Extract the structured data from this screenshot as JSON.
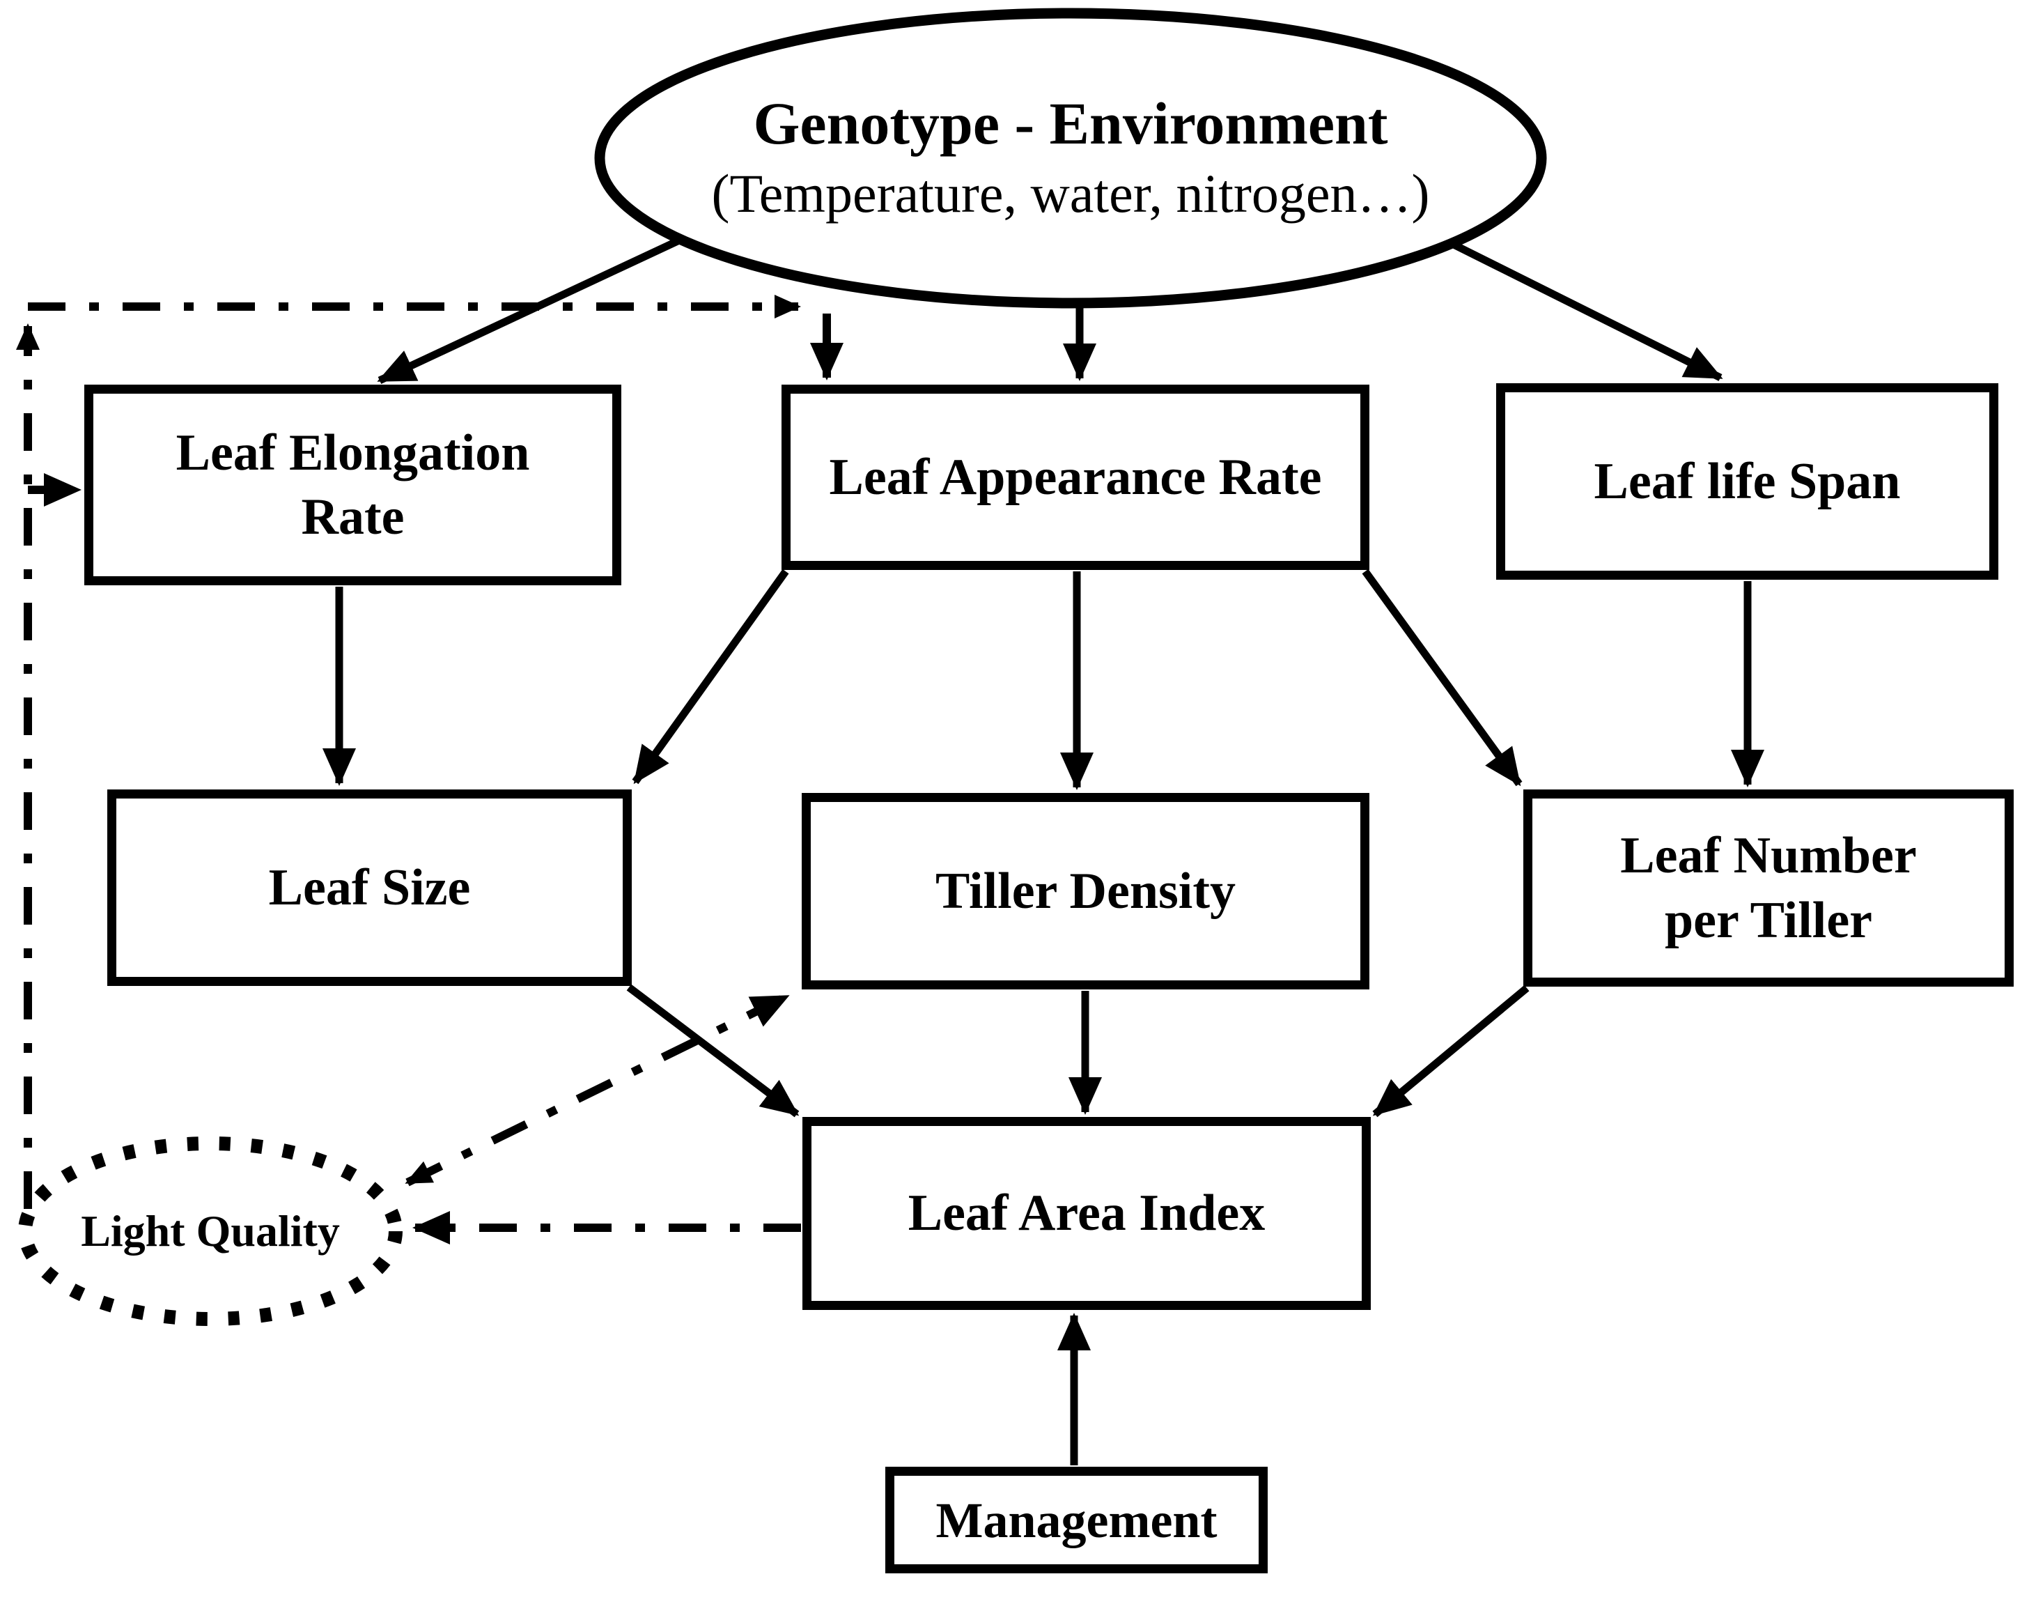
{
  "canvas": {
    "background": "#ffffff",
    "ink": "#000000"
  },
  "nodes": {
    "genotype_environment": {
      "title": "Genotype - Environment",
      "subtitle": "(Temperature, water, nitrogen…)",
      "shape": "ellipse",
      "border": "solid"
    },
    "leaf_elongation_rate": {
      "label": "Leaf Elongation\nRate",
      "shape": "rect"
    },
    "leaf_appearance_rate": {
      "label": "Leaf Appearance Rate",
      "shape": "rect"
    },
    "leaf_life_span": {
      "label": "Leaf life Span",
      "shape": "rect"
    },
    "leaf_size": {
      "label": "Leaf Size",
      "shape": "rect"
    },
    "tiller_density": {
      "label": "Tiller Density",
      "shape": "rect"
    },
    "leaf_number_per_tiller": {
      "label": "Leaf Number\nper Tiller",
      "shape": "rect"
    },
    "leaf_area_index": {
      "label": "Leaf Area Index",
      "shape": "rect"
    },
    "management": {
      "label": "Management",
      "shape": "rect"
    },
    "light_quality": {
      "label": "Light Quality",
      "shape": "ellipse",
      "border": "dotted"
    }
  },
  "edges": [
    {
      "from": "genotype_environment",
      "to": "leaf_elongation_rate",
      "style": "solid"
    },
    {
      "from": "genotype_environment",
      "to": "leaf_appearance_rate",
      "style": "solid"
    },
    {
      "from": "genotype_environment",
      "to": "leaf_life_span",
      "style": "solid"
    },
    {
      "from": "leaf_elongation_rate",
      "to": "leaf_size",
      "style": "solid"
    },
    {
      "from": "leaf_appearance_rate",
      "to": "leaf_size",
      "style": "solid"
    },
    {
      "from": "leaf_appearance_rate",
      "to": "tiller_density",
      "style": "solid"
    },
    {
      "from": "leaf_appearance_rate",
      "to": "leaf_number_per_tiller",
      "style": "solid"
    },
    {
      "from": "leaf_life_span",
      "to": "leaf_number_per_tiller",
      "style": "solid"
    },
    {
      "from": "leaf_size",
      "to": "leaf_area_index",
      "style": "solid"
    },
    {
      "from": "tiller_density",
      "to": "leaf_area_index",
      "style": "solid"
    },
    {
      "from": "leaf_number_per_tiller",
      "to": "leaf_area_index",
      "style": "solid"
    },
    {
      "from": "management",
      "to": "leaf_area_index",
      "style": "solid"
    },
    {
      "from": "leaf_area_index",
      "to": "light_quality",
      "style": "dash-dot"
    },
    {
      "from": "light_quality",
      "to": "tiller_density",
      "style": "dash-dot",
      "bidirectional": true
    },
    {
      "from": "light_quality",
      "to": "leaf_elongation_rate",
      "style": "dash-dot"
    },
    {
      "from": "light_quality",
      "to": "leaf_appearance_rate",
      "style": "dash-dot"
    }
  ]
}
